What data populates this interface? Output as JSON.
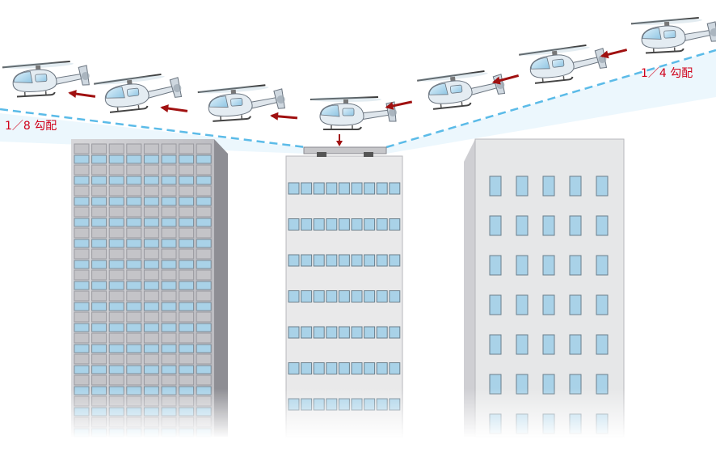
{
  "labels": {
    "left_slope": "1／8 勾配",
    "right_slope": "1／4 勾配"
  },
  "colors": {
    "arrow": "#a01010",
    "slope_line": "#5bbbe8",
    "slope_text": "#d0021b",
    "helicopter_body": "#e4ecf2",
    "glass": "#9fd0ea",
    "building_left": "#c9c9cc",
    "building_right": "#e6e7e8",
    "window_blue": "#a9d2e8"
  },
  "icons": {
    "helicopter": "helicopter-icon",
    "arrow": "arrow-left-icon",
    "heliport": "heliport-pad"
  }
}
